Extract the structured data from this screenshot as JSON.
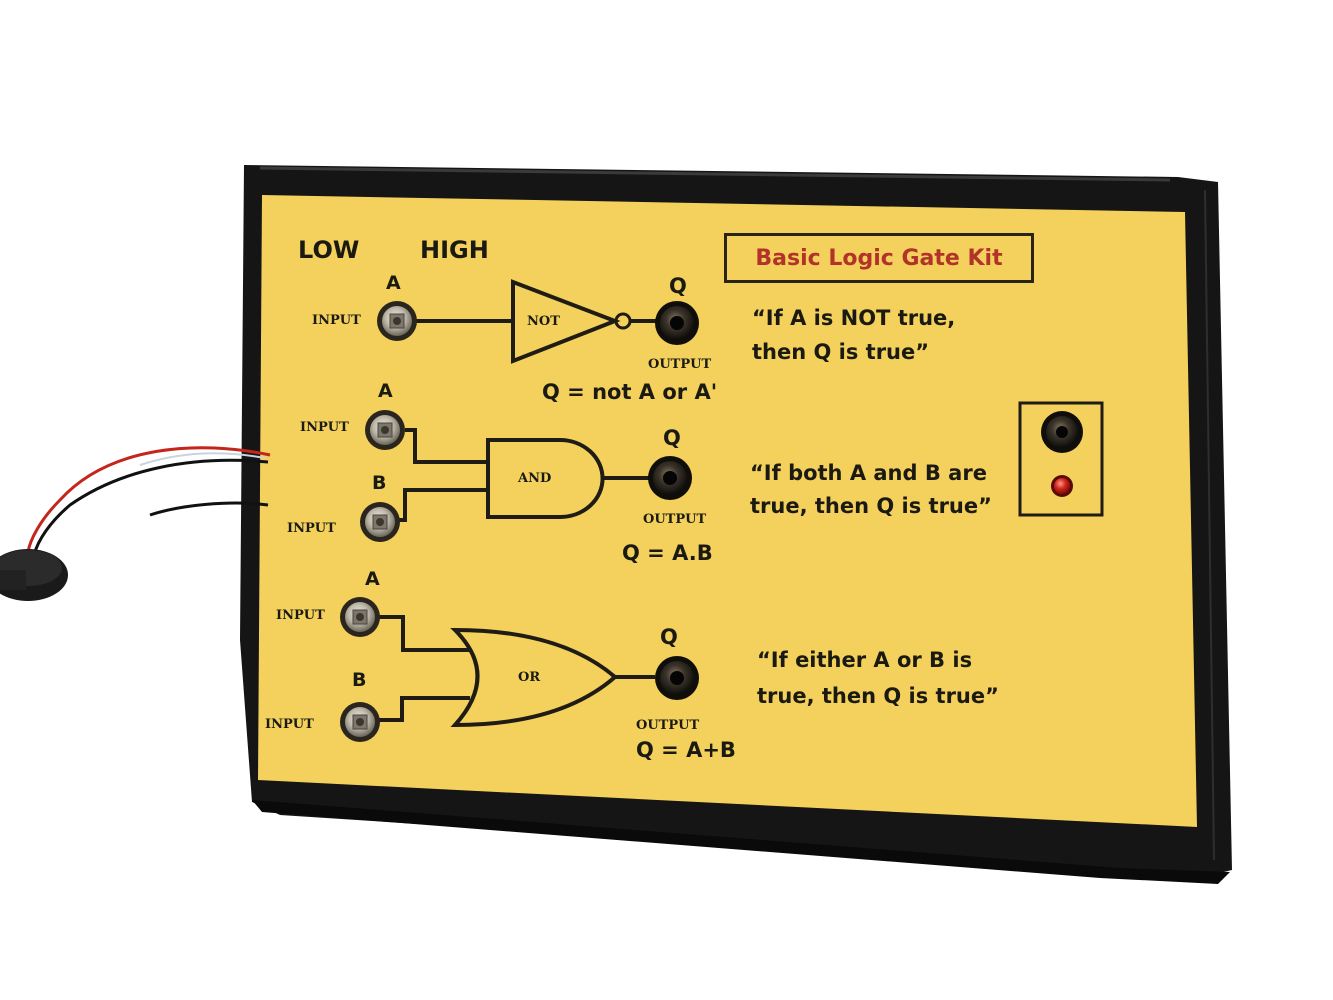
{
  "board": {
    "title": "Basic Logic Gate Kit",
    "low_label": "LOW",
    "high_label": "HIGH",
    "colors": {
      "panel": "#f4d15c",
      "frame": "#151515",
      "title_red": "#b2332a",
      "ink": "#1a1a12",
      "led_red": "#c8201a"
    }
  },
  "gates": {
    "not": {
      "input_a_letter": "A",
      "input_label": "INPUT",
      "gate_label": "NOT",
      "output_letter": "Q",
      "output_label": "OUTPUT",
      "formula": "Q = not A or A'",
      "description_line1": "“If A is NOT true,",
      "description_line2": "then Q is true”"
    },
    "and": {
      "input_a_letter": "A",
      "input_b_letter": "B",
      "input_a_label": "INPUT",
      "input_b_label": "INPUT",
      "gate_label": "AND",
      "output_letter": "Q",
      "output_label": "OUTPUT",
      "formula": "Q = A.B",
      "description_line1": "“If both A and B are",
      "description_line2": "true, then Q is true”"
    },
    "or": {
      "input_a_letter": "A",
      "input_b_letter": "B",
      "input_a_label": "INPUT",
      "input_b_label": "INPUT",
      "gate_label": "OR",
      "output_letter": "Q",
      "output_label": "OUTPUT",
      "formula": "Q = A+B",
      "description_line1": "“If either A or B is",
      "description_line2": "true, then Q is true”"
    }
  },
  "icons": {
    "button": "push-button-icon",
    "socket": "output-socket-icon",
    "led": "red-led-icon",
    "battery_clip": "battery-clip-icon"
  }
}
